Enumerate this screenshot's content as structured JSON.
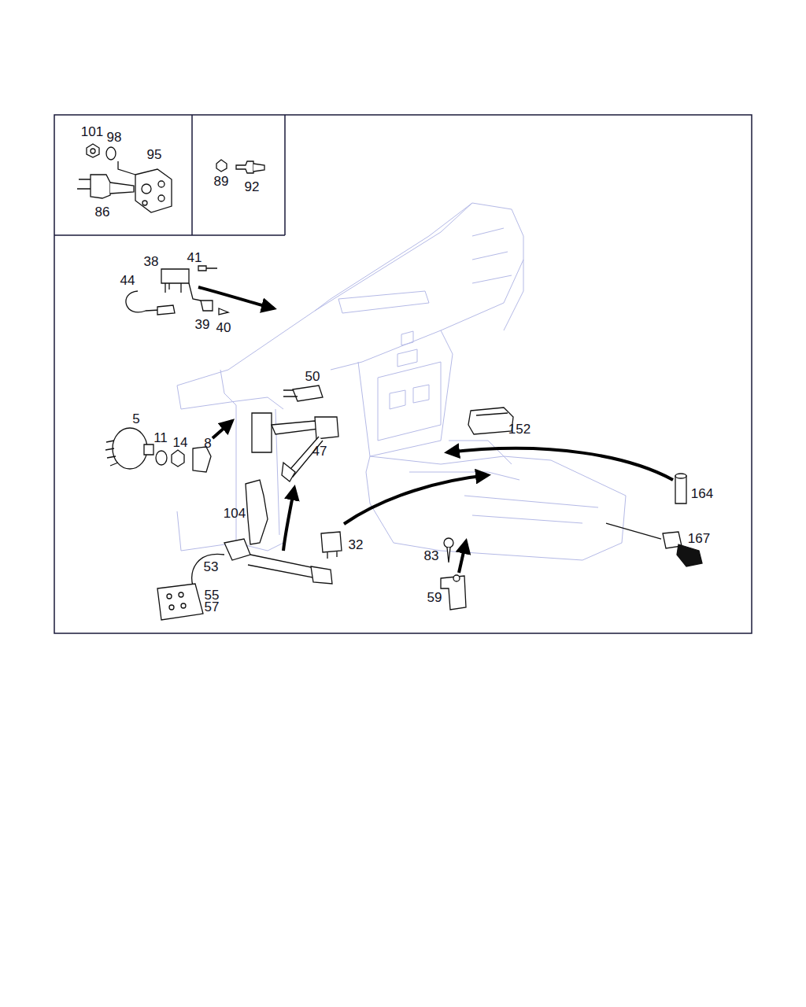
{
  "diagram": {
    "labels": [
      "101",
      "98",
      "95",
      "86",
      "89",
      "92",
      "38",
      "41",
      "44",
      "39",
      "40",
      "50",
      "5",
      "11",
      "14",
      "8",
      "47",
      "152",
      "164",
      "104",
      "32",
      "167",
      "53",
      "83",
      "55",
      "57",
      "59"
    ]
  }
}
